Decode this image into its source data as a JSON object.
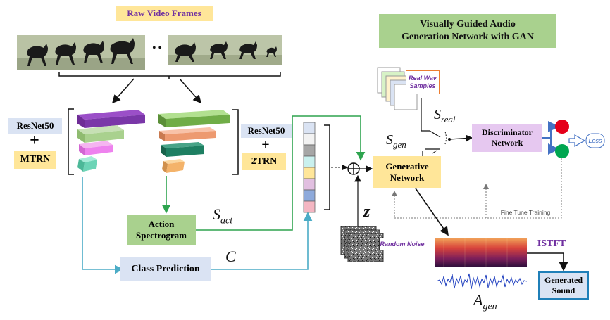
{
  "title": {
    "line1": "Visually Guided Audio",
    "line2": "Generation Network with GAN"
  },
  "raw_frames_label": "Raw Video Frames",
  "ellipsis": "• •",
  "left_backbone": {
    "name": "ResNet50",
    "plus": "+",
    "module": "MTRN"
  },
  "right_backbone": {
    "name": "ResNet50",
    "plus": "+",
    "module": "2TRN"
  },
  "action_spectrogram": "Action Spectrogram",
  "class_prediction": "Class Prediction",
  "symbols": {
    "s_act": {
      "base": "S",
      "sub": "act"
    },
    "c": "C",
    "z": "z",
    "s_gen": {
      "base": "S",
      "sub": "gen"
    },
    "s_real": {
      "base": "S",
      "sub": "real"
    },
    "a_gen": {
      "base": "A",
      "sub": "gen"
    }
  },
  "real_wav": {
    "line1": "Real Wav",
    "line2": "Samples"
  },
  "random_noise": "Random Noise",
  "generative_network": "Generative Network",
  "discriminator_network": "Discriminator Network",
  "loss": "Loss",
  "fine_tune": "Fine Tune Training",
  "istft": "ISTFT",
  "generated_sound": "Generated Sound",
  "colors": {
    "title_bg": "#a9d18e",
    "raw_label_bg": "#ffe699",
    "backbone_bg": "#dae3f3",
    "module_bg": "#ffe699",
    "generative_bg": "#ffe699",
    "discriminator_bg": "#e6c8f0",
    "class_pred_bg": "#dae3f3",
    "action_bg": "#a9d18e",
    "green_arrow": "#2ea44f",
    "cyan_arrow": "#4bacc6",
    "red_node": "#e5001a",
    "green_node": "#00a650",
    "loss_arrow": "#4472c4",
    "istft_color": "#7030a0",
    "generated_border": "#1f7fb8",
    "real_wav_text": "#7030a0"
  }
}
